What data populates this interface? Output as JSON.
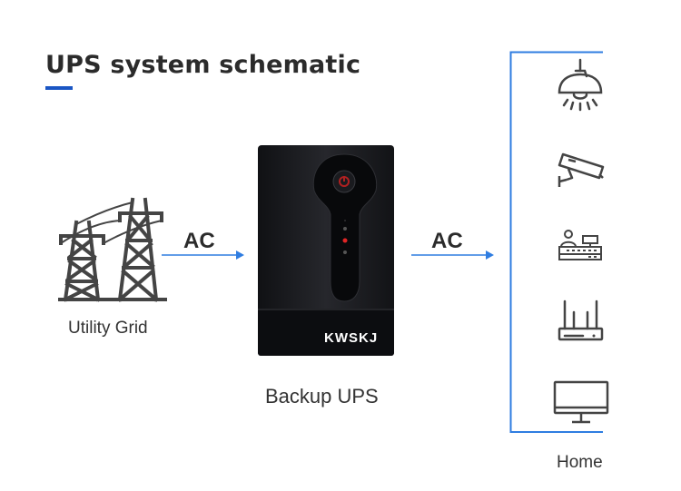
{
  "title": "UPS system schematic",
  "colors": {
    "accent": "#1a56c4",
    "arrow": "#2f7de1",
    "text": "#2b2b2b",
    "icon": "#444444",
    "ups_body": "#1b1c20"
  },
  "source": {
    "label": "Utility Grid",
    "icon": "power-tower-icon"
  },
  "link_in": {
    "label": "AC"
  },
  "ups": {
    "label": "Backup UPS",
    "brand": "KWSKJ"
  },
  "link_out": {
    "label": "AC"
  },
  "home": {
    "label": "Home",
    "devices": [
      {
        "icon": "ceiling-lamp-icon"
      },
      {
        "icon": "security-camera-icon"
      },
      {
        "icon": "cash-register-icon"
      },
      {
        "icon": "wifi-router-icon"
      },
      {
        "icon": "monitor-icon"
      }
    ]
  }
}
